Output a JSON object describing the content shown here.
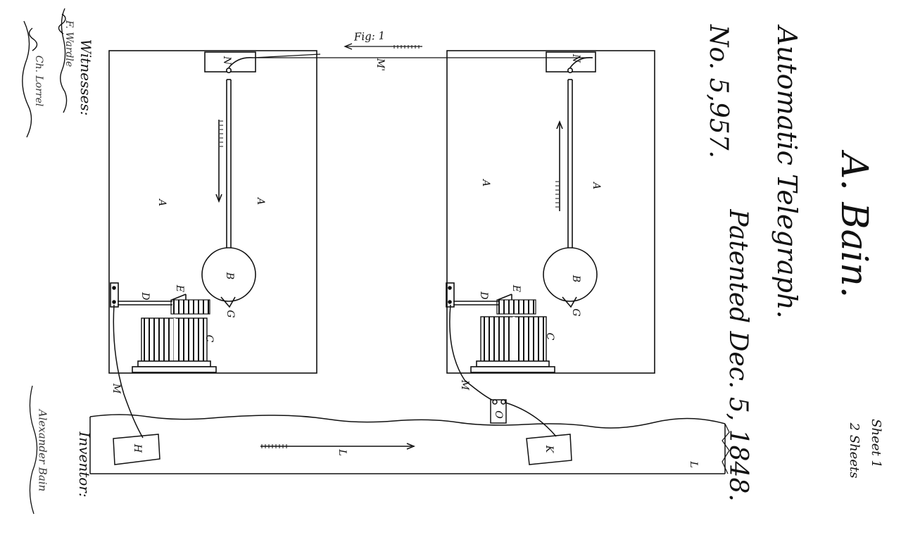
{
  "patent": {
    "inventor_surname": "A. Bain.",
    "title": "Automatic Telegraph.",
    "number": "No. 5,957.",
    "date": "Patented Dec. 5, 1848."
  },
  "sheet": {
    "sheet_line": "Sheet 1",
    "of_line": "2 Sheets"
  },
  "figure": {
    "label": "Fig: 1"
  },
  "witnesses": {
    "heading": "Witnesses:",
    "names": [
      "F. Wardle",
      "Ch. Lorrel"
    ]
  },
  "inventor": {
    "signature": "Alexander Bain",
    "heading": "Inventor:"
  },
  "letters": {
    "A": "A",
    "B": "B",
    "C": "C",
    "D": "D",
    "E": "E",
    "G": "G",
    "H": "H",
    "K": "K",
    "L": "L",
    "M": "M",
    "M1": "M'",
    "N": "N",
    "O": "O"
  },
  "colors": {
    "ink": "#111111",
    "paper": "#ffffff"
  }
}
